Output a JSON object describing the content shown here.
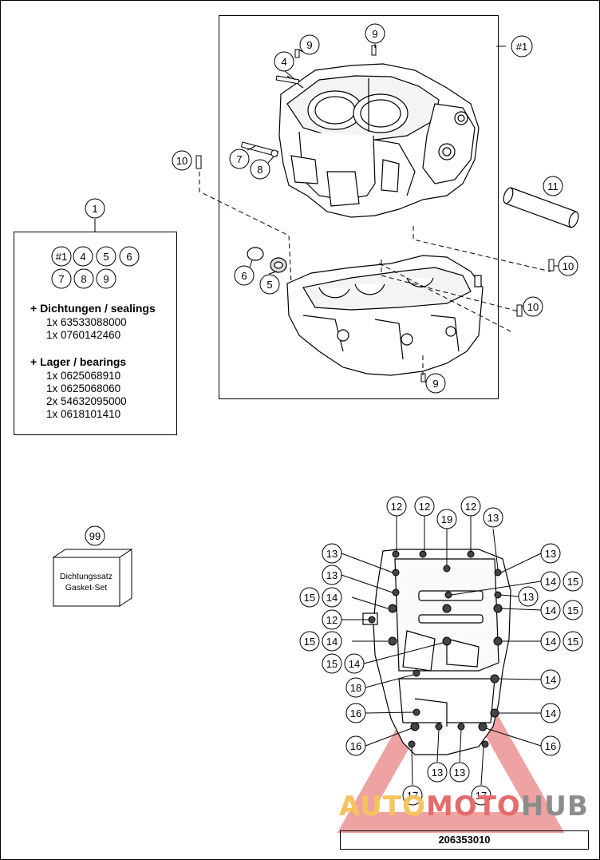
{
  "diagram_code": "206353010",
  "watermark": {
    "part1": "AUTO",
    "part2": "MOTO",
    "part3": "HUB"
  },
  "kit": {
    "number": "1",
    "includes": [
      "#1",
      "4",
      "5",
      "6",
      "7",
      "8",
      "9"
    ],
    "sealings_heading": "+ Dichtungen / sealings",
    "sealings": [
      "1x 63533088000",
      "1x 0760142460"
    ],
    "bearings_heading": "+ Lager / bearings",
    "bearings": [
      "1x 0625068910",
      "1x 0625068060",
      "2x 54632095000",
      "1x 0618101410"
    ]
  },
  "gasket_set": {
    "number": "99",
    "line1": "Dichtungssatz",
    "line2": "Gasket-Set"
  },
  "assembly_callout": "#1",
  "callouts_top": [
    "9",
    "9",
    "4",
    "7",
    "8",
    "10",
    "11",
    "6",
    "5",
    "10",
    "10",
    "9"
  ],
  "callouts_bottom": [
    "12",
    "12",
    "19",
    "12",
    "13",
    "13",
    "13",
    "13",
    "14",
    "15",
    "14",
    "15",
    "13",
    "14",
    "15",
    "12",
    "15",
    "14",
    "14",
    "15",
    "15",
    "14",
    "18",
    "14",
    "16",
    "14",
    "16",
    "16",
    "13",
    "13",
    "17",
    "17"
  ],
  "colors": {
    "line": "#000000",
    "accent_red": "#e05555",
    "accent_yellow": "#f6c35c"
  }
}
